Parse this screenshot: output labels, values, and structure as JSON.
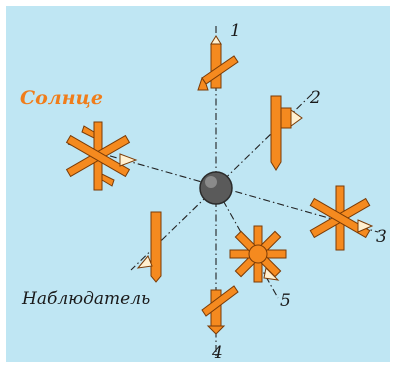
{
  "sun_label": "Солнце",
  "observer_label": "Наблюдатель",
  "direction_labels": [
    "1",
    "2",
    "3",
    "4",
    "5"
  ],
  "colors": {
    "background": "#bfe6f3",
    "crystal": "#f58a1f",
    "sun_text": "#f07d1a",
    "observer": "#555555"
  },
  "icons": [
    "ice-crystal-icon",
    "observer-ball-icon"
  ]
}
